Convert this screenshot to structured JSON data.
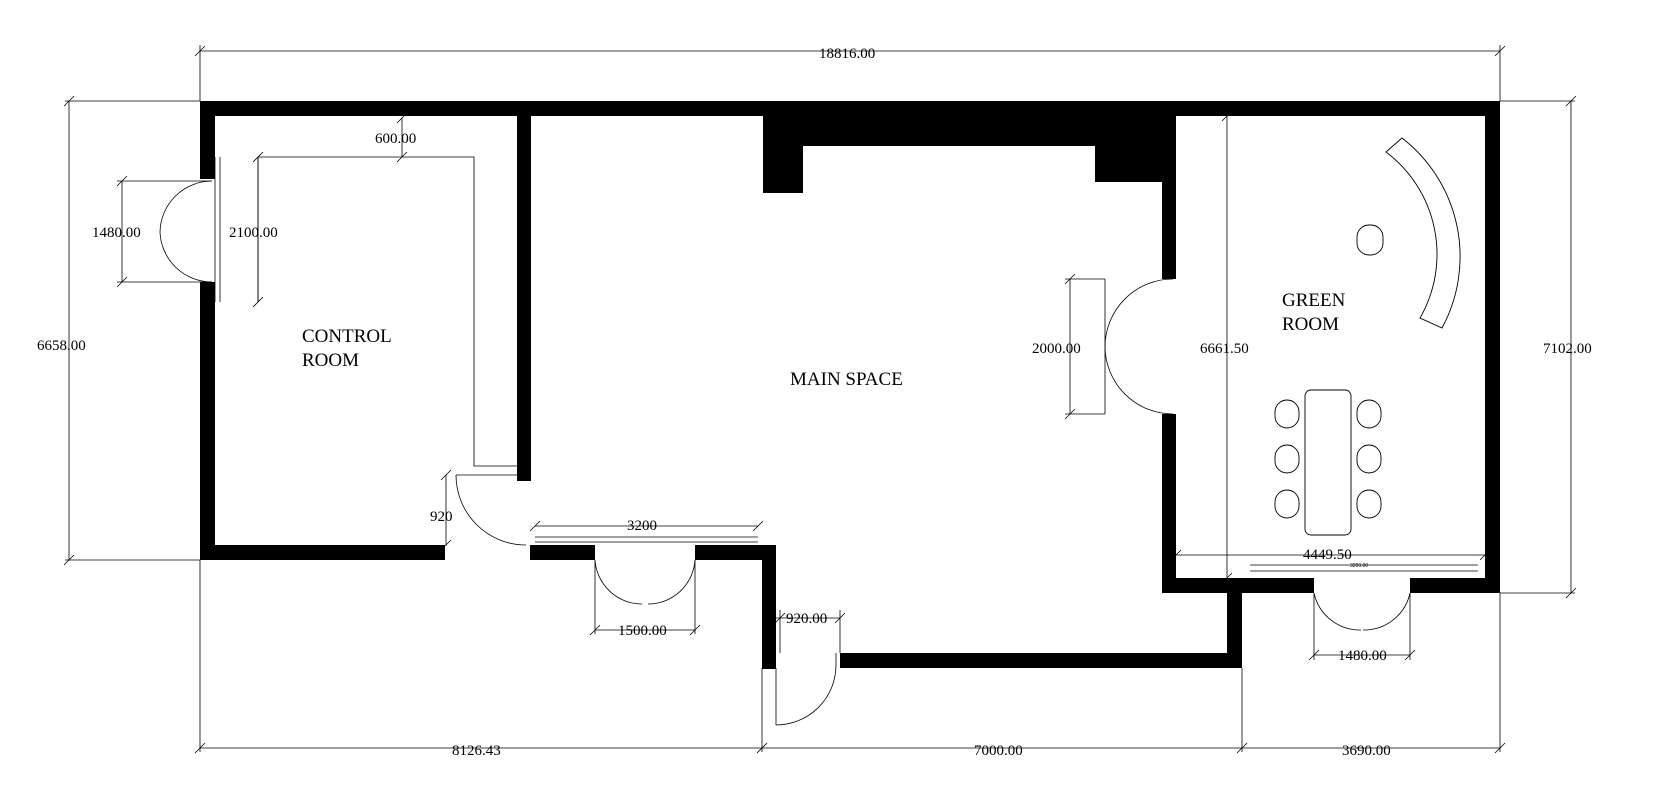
{
  "rooms": {
    "control_room": [
      "CONTROL",
      "ROOM"
    ],
    "main_space": "MAIN SPACE",
    "green_room": [
      "GREEN",
      "ROOM"
    ]
  },
  "dimensions": {
    "overall_top": "18816.00",
    "left_height": "6658.00",
    "right_height": "7102.00",
    "bottom_left": "8126.43",
    "bottom_middle": "7000.00",
    "bottom_right": "3690.00",
    "control_offset": "600.00",
    "left_door_width": "1480.00",
    "left_window": "2100.00",
    "control_door": "920",
    "window_bottom": "3200",
    "main_double_door": "1500.00",
    "bottom_door": "920.00",
    "green_door": "2000.00",
    "green_room_height": "6661.50",
    "green_room_width": "4449.50",
    "green_window_small": "3200.00",
    "green_bottom_door": "1480.00"
  }
}
